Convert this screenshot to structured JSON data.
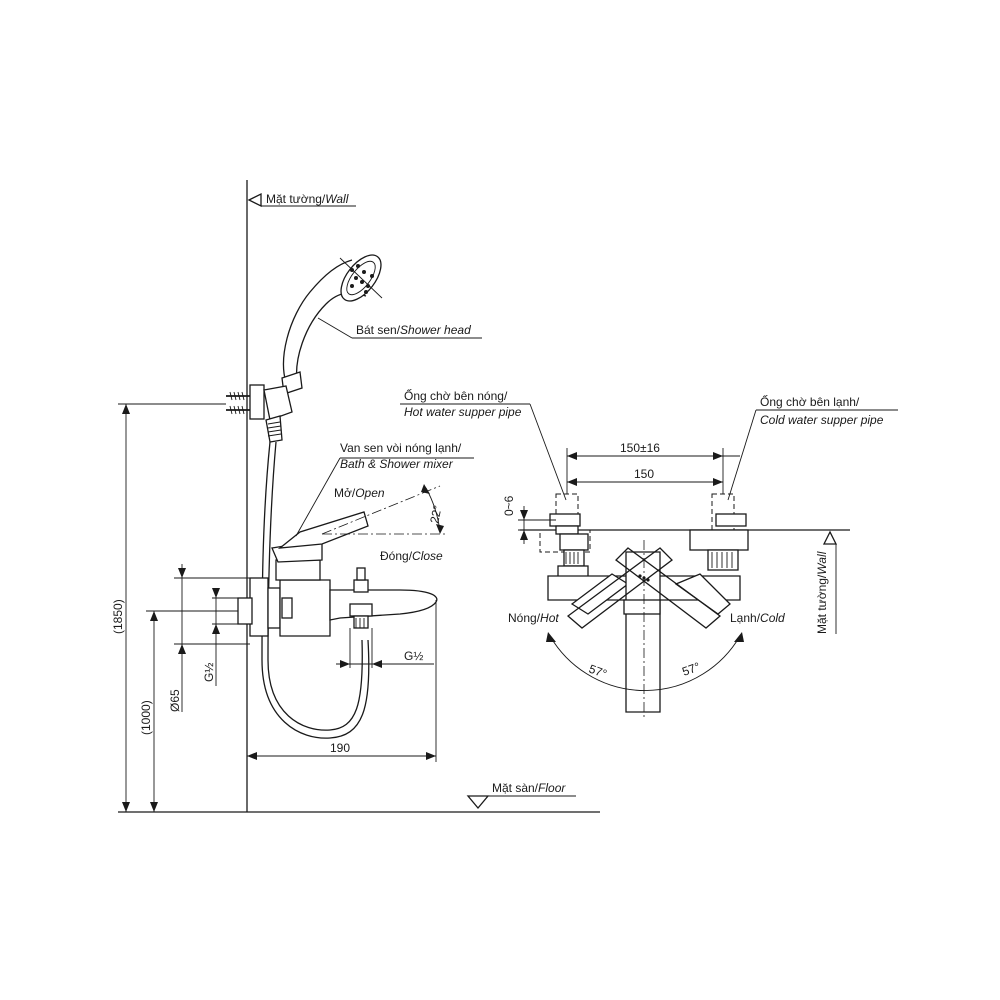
{
  "labels": {
    "wall_top_vi": "Mặt tường/",
    "wall_top_en": "Wall",
    "shower_head_vi": "Bát sen/",
    "shower_head_en": "Shower head",
    "mixer_vi": "Van sen vòi nóng lạnh/",
    "mixer_en": "Bath & Shower mixer",
    "open_vi": "Mở/",
    "open_en": "Open",
    "close_vi": "Đóng/",
    "close_en": "Close",
    "floor_vi": "Mặt sàn/",
    "floor_en": "Floor",
    "hot_pipe_vi": "Ống chờ bên nóng/",
    "hot_pipe_en": "Hot water supper pipe",
    "cold_pipe_vi": "Ống chờ bên lạnh/",
    "cold_pipe_en": "Cold water supper pipe",
    "hot_vi": "Nóng/",
    "hot_en": "Hot",
    "cold_vi": "Lạnh/",
    "cold_en": "Cold",
    "wall_side_vi": "Mặt tường/",
    "wall_side_en": "Wall"
  },
  "dimensions": {
    "total_height": "(1850)",
    "mixer_height": "(1000)",
    "diameter": "Ø65",
    "thread_inlet": "G½",
    "thread_outlet": "G½",
    "projection": "190",
    "centers_range": "150±16",
    "centers": "150",
    "offset_range": "0~6",
    "lever_angle": "22°",
    "rotation_left": "57°",
    "rotation_right": "57°"
  }
}
